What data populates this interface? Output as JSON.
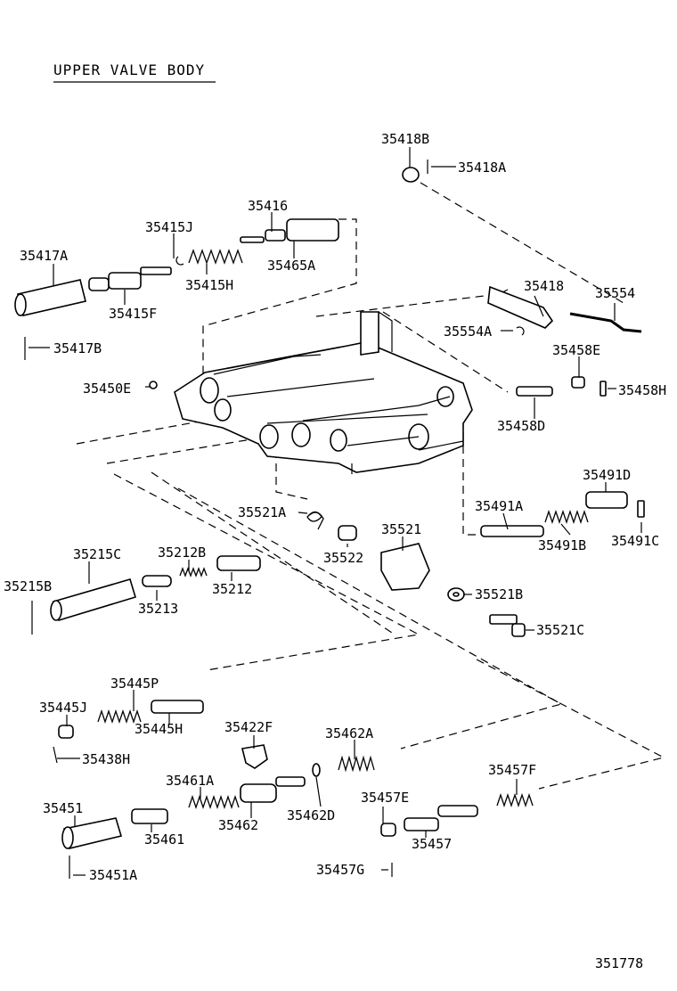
{
  "title": "UPPER VALVE BODY",
  "diagram_number": "351778",
  "labels": {
    "p35418B": "35418B",
    "p35418A": "35418A",
    "p35416": "35416",
    "p35415J": "35415J",
    "p35417A": "35417A",
    "p35465A": "35465A",
    "p35415H": "35415H",
    "p35415F": "35415F",
    "p35417B": "35417B",
    "p35418": "35418",
    "p35554": "35554",
    "p35554A": "35554A",
    "p35458E": "35458E",
    "p35450E": "35450E",
    "p35458H": "35458H",
    "p35458D": "35458D",
    "p35491D": "35491D",
    "p35521A": "35521A",
    "p35491A": "35491A",
    "p35521": "35521",
    "p35491B": "35491B",
    "p35491C": "35491C",
    "p35522": "35522",
    "p35215C": "35215C",
    "p35212B": "35212B",
    "p35215B": "35215B",
    "p35212": "35212",
    "p35213": "35213",
    "p35521B": "35521B",
    "p35521C": "35521C",
    "p35445P": "35445P",
    "p35445J": "35445J",
    "p35445H": "35445H",
    "p35422F": "35422F",
    "p35462A": "35462A",
    "p35438H": "35438H",
    "p35457F": "35457F",
    "p35461A": "35461A",
    "p35451": "35451",
    "p35457E": "35457E",
    "p35461": "35461",
    "p35462": "35462",
    "p35462D": "35462D",
    "p35457": "35457",
    "p35457G": "35457G",
    "p35451A": "35451A"
  }
}
